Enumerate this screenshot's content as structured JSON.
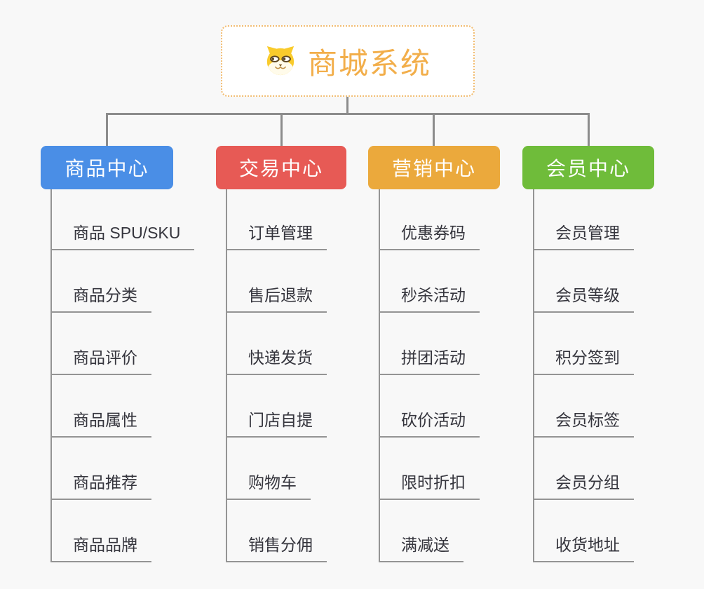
{
  "root": {
    "title": "商城系统",
    "icon": "dog-face-icon"
  },
  "branches": [
    {
      "label": "商品中心",
      "color": "#4a8ee6",
      "items": [
        "商品 SPU/SKU",
        "商品分类",
        "商品评价",
        "商品属性",
        "商品推荐",
        "商品品牌"
      ]
    },
    {
      "label": "交易中心",
      "color": "#e75a55",
      "items": [
        "订单管理",
        "售后退款",
        "快递发货",
        "门店自提",
        "购物车",
        "销售分佣"
      ]
    },
    {
      "label": "营销中心",
      "color": "#eba93c",
      "items": [
        "优惠券码",
        "秒杀活动",
        "拼团活动",
        "砍价活动",
        "限时折扣",
        "满减送"
      ]
    },
    {
      "label": "会员中心",
      "color": "#6fbc3a",
      "items": [
        "会员管理",
        "会员等级",
        "积分签到",
        "会员标签",
        "会员分组",
        "收货地址"
      ]
    }
  ],
  "colors": {
    "background": "#f8f8f8",
    "root_border": "#f2bd72",
    "root_text": "#f2ae4a",
    "connector": "#8c8c8c",
    "item_text": "#35353d"
  }
}
